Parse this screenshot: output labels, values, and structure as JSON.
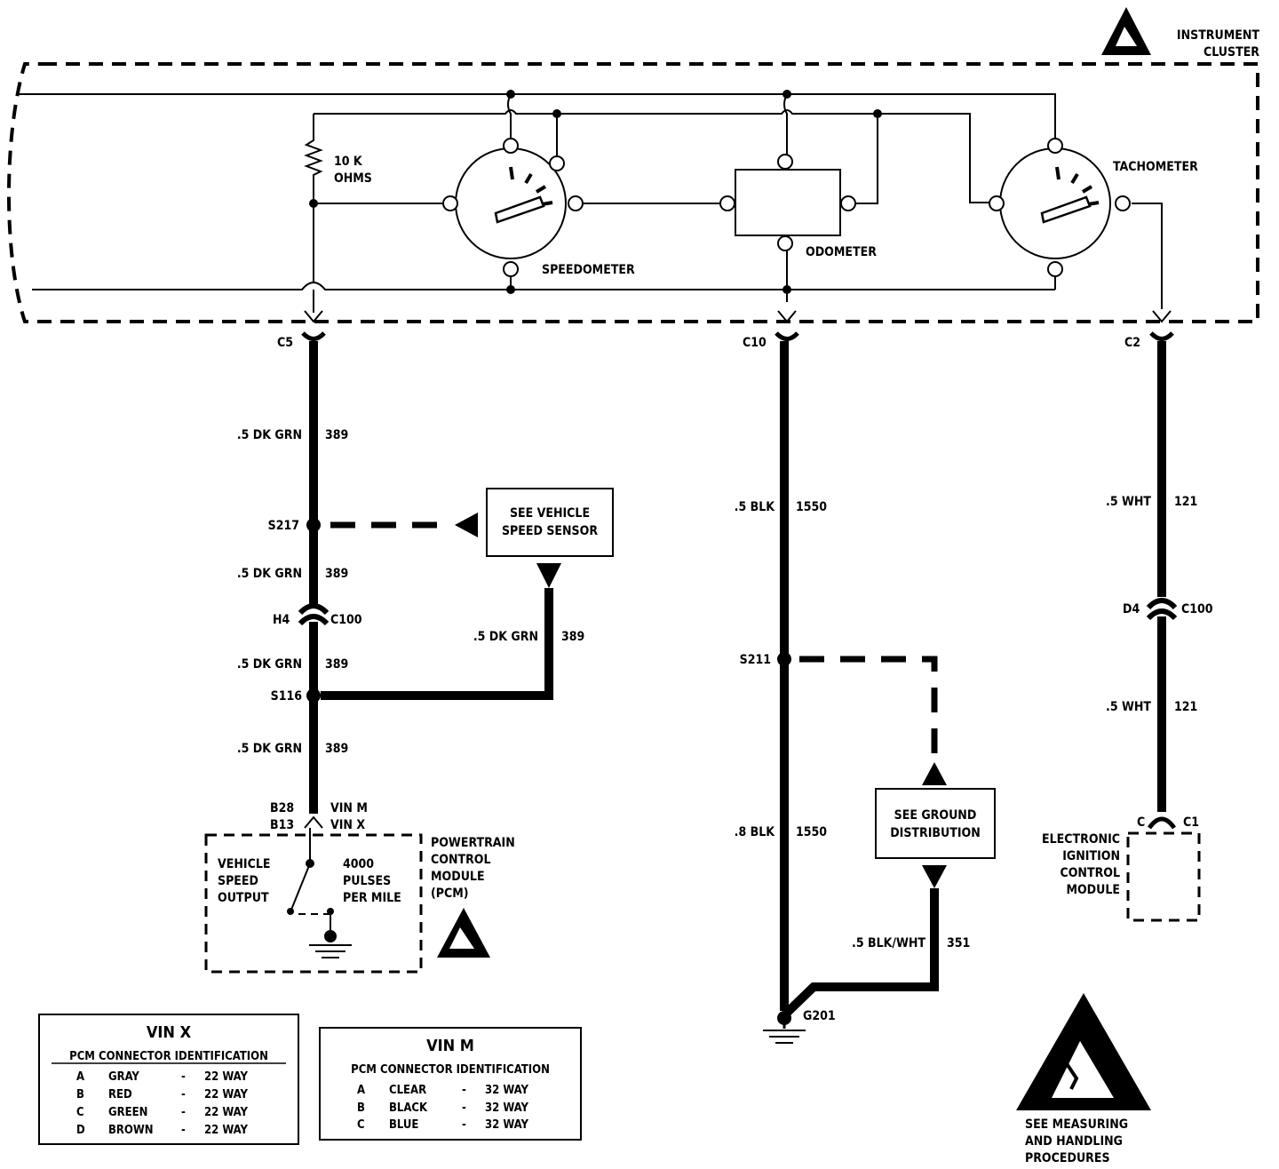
{
  "instrument_cluster": {
    "line1": "INSTRUMENT",
    "line2": "CLUSTER"
  },
  "resistor": {
    "line1": "10 K",
    "line2": "OHMS"
  },
  "gauges": {
    "speedometer": "SPEEDOMETER",
    "odometer": "ODOMETER",
    "tachometer": "TACHOMETER"
  },
  "connectors": {
    "c5": "C5",
    "c10": "C10",
    "c2": "C2",
    "h4": "H4",
    "c100_left": "C100",
    "d4": "D4",
    "c100_right": "C100",
    "b28": "B28",
    "b13": "B13",
    "vin_m": "VIN M",
    "vin_x": "VIN X",
    "c": "C",
    "c1": "C1"
  },
  "splices": {
    "s217": "S217",
    "s116": "S116",
    "s211": "S211"
  },
  "ground": {
    "g201": "G201"
  },
  "wires": {
    "dkgrn_1": {
      "gauge": ".5 DK GRN",
      "circuit": "389"
    },
    "dkgrn_2": {
      "gauge": ".5 DK GRN",
      "circuit": "389"
    },
    "dkgrn_3": {
      "gauge": ".5 DK GRN",
      "circuit": "389"
    },
    "dkgrn_4": {
      "gauge": ".5 DK GRN",
      "circuit": "389"
    },
    "dkgrn_vss": {
      "gauge": ".5 DK GRN",
      "circuit": "389"
    },
    "blk_1": {
      "gauge": ".5 BLK",
      "circuit": "1550"
    },
    "blk_2": {
      "gauge": ".8 BLK",
      "circuit": "1550"
    },
    "blkwht": {
      "gauge": ".5 BLK/WHT",
      "circuit": "351"
    },
    "wht_1": {
      "gauge": ".5 WHT",
      "circuit": "121"
    },
    "wht_2": {
      "gauge": ".5 WHT",
      "circuit": "121"
    }
  },
  "boxes": {
    "vss": {
      "line1": "SEE VEHICLE",
      "line2": "SPEED SENSOR"
    },
    "ground_dist": {
      "line1": "SEE GROUND",
      "line2": "DISTRIBUTION"
    }
  },
  "pcm": {
    "label": [
      "POWERTRAIN",
      "CONTROL",
      "MODULE",
      "(PCM)"
    ],
    "vso": [
      "VEHICLE",
      "SPEED",
      "OUTPUT"
    ],
    "pulses": [
      "4000",
      "PULSES",
      "PER MILE"
    ]
  },
  "eicm": {
    "label": [
      "ELECTRONIC",
      "IGNITION",
      "CONTROL",
      "MODULE"
    ]
  },
  "esd": {
    "text": [
      "SEE MEASURING",
      "AND HANDLING",
      "PROCEDURES"
    ]
  },
  "vin_x_table": {
    "title": "VIN X",
    "subtitle": "PCM CONNECTOR IDENTIFICATION",
    "rows": [
      {
        "id": "A",
        "color": "GRAY",
        "way": "22 WAY"
      },
      {
        "id": "B",
        "color": "RED",
        "way": "22 WAY"
      },
      {
        "id": "C",
        "color": "GREEN",
        "way": "22 WAY"
      },
      {
        "id": "D",
        "color": "BROWN",
        "way": "22 WAY"
      }
    ]
  },
  "vin_m_table": {
    "title": "VIN M",
    "subtitle": "PCM CONNECTOR IDENTIFICATION",
    "rows": [
      {
        "id": "A",
        "color": "CLEAR",
        "way": "32 WAY"
      },
      {
        "id": "B",
        "color": "BLACK",
        "way": "32 WAY"
      },
      {
        "id": "C",
        "color": "BLUE",
        "way": "32 WAY"
      }
    ]
  }
}
